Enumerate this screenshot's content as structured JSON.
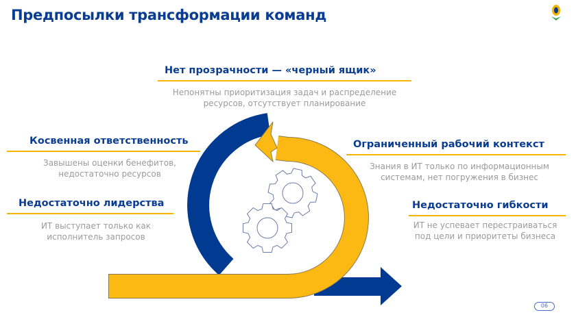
{
  "title": "Предпосылки трансформации команд",
  "colors": {
    "brand_blue": "#0a3d91",
    "accent_yellow": "#fdb913",
    "text_gray": "#9a9a9a"
  },
  "items": {
    "top": {
      "heading": "Нет прозрачности — «черный ящик»",
      "desc": [
        "Непонятны приоритизация задач и распределение",
        "ресурсов, отсутствует планирование"
      ]
    },
    "left1": {
      "heading": "Косвенная ответственность",
      "desc": [
        "Завышены оценки бенефитов,",
        "недостаточно ресурсов"
      ]
    },
    "left2": {
      "heading": "Недостаточно лидерства",
      "desc": [
        "ИТ выступает только как",
        "исполнитель запросов"
      ]
    },
    "right1": {
      "heading": "Ограниченный рабочий контекст",
      "desc": [
        "Знания в ИТ только по информационным",
        "системам, нет погружения в бизнес"
      ]
    },
    "right2": {
      "heading": "Недостаточно гибкости",
      "desc": [
        "ИТ не успевает перестраиваться",
        "под цели и приоритеты бизнеса"
      ]
    }
  },
  "page_number": "06"
}
